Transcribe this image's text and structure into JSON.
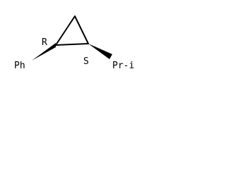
{
  "molecule": {
    "stereo_label_left": "R",
    "stereo_label_right": "S",
    "substituent_left": "Ph",
    "substituent_right": "Pr-i"
  },
  "colors": {
    "ink": "#000000",
    "background": "#ffffff"
  }
}
